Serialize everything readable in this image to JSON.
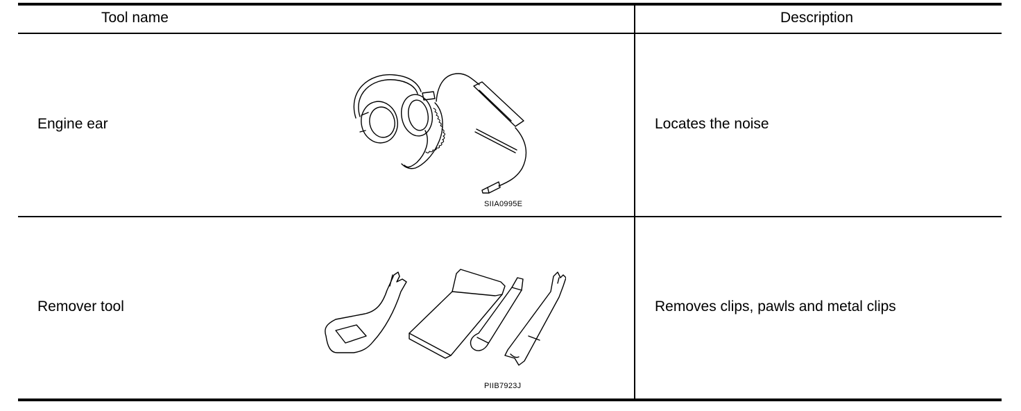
{
  "table": {
    "headers": {
      "tool_name": "Tool name",
      "description": "Description"
    },
    "rows": [
      {
        "name": "Engine ear",
        "figure_code": "SIIA0995E",
        "description": "Locates the noise",
        "figure_icon": "engine-ear-illustration"
      },
      {
        "name": "Remover tool",
        "figure_code": "PIIB7923J",
        "description": "Removes clips, pawls and metal clips",
        "figure_icon": "remover-tool-illustration"
      }
    ]
  }
}
